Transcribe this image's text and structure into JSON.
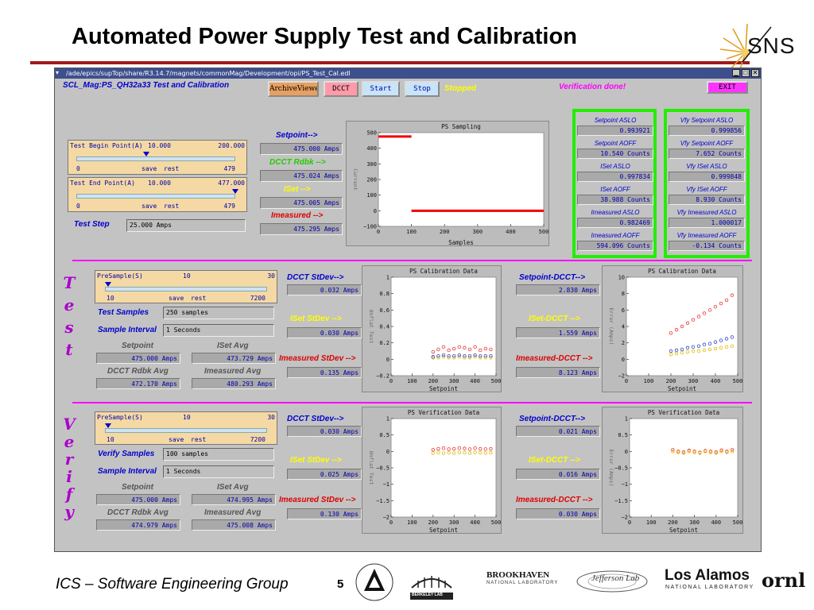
{
  "slide": {
    "title": "Automated Power Supply Test and Calibration",
    "logo_text": "SNS",
    "footer": "ICS – Software Engineering Group",
    "page_number": "5",
    "footer_logos": [
      "BROOKHAVEN",
      "NATIONAL LABORATORY",
      "BERKELEY LAB",
      "Jefferson Lab",
      "Los Alamos",
      "NATIONAL LABORATORY",
      "ornl"
    ]
  },
  "window": {
    "path": "/ade/epics/supTop/share/R3.14.7/magnets/commonMag/Development/opi/PS_Test_Cal.edl",
    "header_title": "SCL_Mag:PS_QH32a33 Test and Calibration",
    "buttons": {
      "archive": "ArchiveViewer",
      "dcct": "DCCT",
      "start": "Start",
      "stop": "Stop",
      "exit": "EXIT"
    },
    "status": "Stopped",
    "verification_status": "Verification done!"
  },
  "setup": {
    "begin": {
      "label": "Test Begin Point(A)",
      "value": "10.000",
      "max": "200.000",
      "min_lbl": "0",
      "save": "save",
      "rest": "rest",
      "right_lbl": "479"
    },
    "end": {
      "label": "Test End Point(A)",
      "value": "10.000",
      "max": "477.000",
      "min_lbl": "0",
      "save": "save",
      "rest": "rest",
      "right_lbl": "479"
    },
    "test_step_label": "Test Step",
    "test_step_value": "25.000 Amps"
  },
  "readbacks": {
    "setpoint_label": "Setpoint-->",
    "setpoint_value": "475.000 Amps",
    "dcct_label": "DCCT Rdbk -->",
    "dcct_value": "475.024 Amps",
    "iset_label": "ISet -->",
    "iset_value": "475.005 Amps",
    "imeas_label": "Imeasured -->",
    "imeas_value": "475.295 Amps"
  },
  "sampling_plot": {
    "title": "PS Sampling",
    "ylabel": "Current",
    "xlabel": "Samples",
    "xticks": [
      "0",
      "100",
      "200",
      "300",
      "400",
      "500"
    ],
    "yticks": [
      "500",
      "400",
      "300",
      "200",
      "100",
      "0",
      "−100"
    ]
  },
  "calib": {
    "labels": [
      "Setpoint ASLO",
      "Setpoint AOFF",
      "ISet ASLO",
      "ISet AOFF",
      "Imeasured ASLO",
      "Imeasured AOFF"
    ],
    "values": [
      "0.993921",
      "10.540 Counts",
      "0.997834",
      "38.988 Counts",
      "0.982469",
      "594.096 Counts"
    ]
  },
  "verify_calib": {
    "labels": [
      "Vfy Setpoint ASLO",
      "Vfy Setpoint AOFF",
      "Vfy ISet ASLO",
      "Vfy ISet AOFF",
      "Vfy Imeasured ASLO",
      "Vfy Imeasured AOFF"
    ],
    "values": [
      "0.999856",
      "7.652 Counts",
      "0.999848",
      "8.930 Counts",
      "1.000017",
      "-0.134 Counts"
    ]
  },
  "test_section": {
    "letters": [
      "T",
      "e",
      "s",
      "t"
    ],
    "presample": {
      "label": "PreSample(S)",
      "value": "10",
      "max": "30",
      "min_lbl": "10",
      "save": "save",
      "rest": "rest",
      "right_lbl": "7200"
    },
    "samples_label": "Test Samples",
    "samples_value": "250 samples",
    "interval_label": "Sample Interval",
    "interval_value": "1 Seconds",
    "col1_label": "Setpoint",
    "col2_label": "ISet Avg",
    "setpoint_value": "475.000 Amps",
    "iset_avg_value": "473.729 Amps",
    "col3_label": "DCCT Rdbk Avg",
    "col4_label": "Imeasured Avg",
    "dcct_avg_value": "472.170 Amps",
    "imeas_avg_value": "480.293 Amps",
    "dcct_stdev_label": "DCCT StDev-->",
    "dcct_stdev_value": "0.032 Amps",
    "iset_stdev_label": "ISet StDev -->",
    "iset_stdev_value": "0.030 Amps",
    "imeas_stdev_label": "Imeasured StDev -->",
    "imeas_stdev_value": "0.135 Amps",
    "sp_dcct_label": "Setpoint-DCCT-->",
    "sp_dcct_value": "2.830 Amps",
    "iset_dcct_label": "ISet-DCCT -->",
    "iset_dcct_value": "1.559 Amps",
    "imeas_dcct_label": "Imeasured-DCCT -->",
    "imeas_dcct_value": "8.123 Amps"
  },
  "verify_section": {
    "letters": [
      "V",
      "e",
      "r",
      "i",
      "f",
      "y"
    ],
    "presample": {
      "label": "PreSample(S)",
      "value": "10",
      "max": "30",
      "min_lbl": "10",
      "save": "save",
      "rest": "rest",
      "right_lbl": "7200"
    },
    "samples_label": "Verify Samples",
    "samples_value": "100 samples",
    "interval_label": "Sample Interval",
    "interval_value": "1 Seconds",
    "col1_label": "Setpoint",
    "col2_label": "ISet Avg",
    "setpoint_value": "475.000 Amps",
    "iset_avg_value": "474.995 Amps",
    "col3_label": "DCCT Rdbk Avg",
    "col4_label": "Imeasured Avg",
    "dcct_avg_value": "474.979 Amps",
    "imeas_avg_value": "475.008 Amps",
    "dcct_stdev_label": "DCCT StDev-->",
    "dcct_stdev_value": "0.030 Amps",
    "iset_stdev_label": "ISet StDev -->",
    "iset_stdev_value": "0.025 Amps",
    "imeas_stdev_label": "Imeasured StDev -->",
    "imeas_stdev_value": "0.130 Amps",
    "sp_dcct_label": "Setpoint-DCCT-->",
    "sp_dcct_value": "0.021 Amps",
    "iset_dcct_label": "ISet-DCCT -->",
    "iset_dcct_value": "0.016 Amps",
    "imeas_dcct_label": "Imeasured-DCCT -->",
    "imeas_dcct_value": "0.030 Amps"
  },
  "chart_data": [
    {
      "type": "line",
      "title": "PS Sampling",
      "xlabel": "Samples",
      "ylabel": "Current",
      "xlim": [
        0,
        500
      ],
      "ylim": [
        -100,
        500
      ],
      "series": [
        {
          "color": "#ee0000",
          "x": [
            0,
            100
          ],
          "y": [
            475,
            475
          ]
        },
        {
          "color": "#ee0000",
          "x": [
            100,
            500
          ],
          "y": [
            0,
            0
          ]
        }
      ]
    },
    {
      "type": "scatter",
      "title": "PS Calibration Data",
      "xlabel": "Setpoint",
      "ylabel": "Unflat Test",
      "xlim": [
        0,
        500
      ],
      "ylim": [
        -0.2,
        1.0
      ],
      "x": [
        200,
        225,
        250,
        275,
        300,
        325,
        350,
        375,
        400,
        425,
        450,
        475
      ],
      "series": [
        {
          "color": "#ee3333",
          "values": [
            0.09,
            0.12,
            0.15,
            0.11,
            0.13,
            0.15,
            0.14,
            0.12,
            0.15,
            0.11,
            0.13,
            0.12
          ]
        },
        {
          "color": "#ddbb00",
          "values": [
            0.02,
            0.02,
            0.03,
            0.02,
            0.02,
            0.03,
            0.02,
            0.02,
            0.03,
            0.02,
            0.02,
            0.02
          ]
        },
        {
          "color": "#3344cc",
          "values": [
            0.03,
            0.04,
            0.05,
            0.04,
            0.04,
            0.05,
            0.04,
            0.04,
            0.05,
            0.04,
            0.04,
            0.04
          ]
        }
      ]
    },
    {
      "type": "scatter",
      "title": "PS Calibration Data",
      "xlabel": "Setpoint",
      "ylabel": "Error (Amps)",
      "xlim": [
        0,
        500
      ],
      "ylim": [
        -2,
        10
      ],
      "x": [
        200,
        225,
        250,
        275,
        300,
        325,
        350,
        375,
        400,
        425,
        450,
        475
      ],
      "series": [
        {
          "color": "#ee3333",
          "values": [
            3.2,
            3.6,
            4.0,
            4.4,
            4.8,
            5.2,
            5.6,
            6.0,
            6.4,
            6.8,
            7.2,
            7.8
          ]
        },
        {
          "color": "#3344cc",
          "values": [
            1.0,
            1.1,
            1.2,
            1.4,
            1.5,
            1.6,
            1.8,
            1.9,
            2.1,
            2.3,
            2.5,
            2.7
          ]
        },
        {
          "color": "#ddbb00",
          "values": [
            0.6,
            0.7,
            0.8,
            0.9,
            1.0,
            1.0,
            1.1,
            1.2,
            1.3,
            1.4,
            1.5,
            1.6
          ]
        }
      ]
    },
    {
      "type": "scatter",
      "title": "PS Verification Data",
      "xlabel": "Setpoint",
      "ylabel": "Unflat Test",
      "xlim": [
        0,
        500
      ],
      "ylim": [
        -2,
        1
      ],
      "x": [
        200,
        225,
        250,
        275,
        300,
        325,
        350,
        375,
        400,
        425,
        450,
        475
      ],
      "series": [
        {
          "color": "#ee3333",
          "values": [
            0.05,
            0.08,
            0.1,
            0.07,
            0.08,
            0.1,
            0.09,
            0.07,
            0.1,
            0.08,
            0.07,
            0.08
          ]
        },
        {
          "color": "#ddbb00",
          "values": [
            -0.05,
            -0.03,
            -0.05,
            -0.04,
            -0.05,
            -0.03,
            -0.04,
            -0.05,
            -0.03,
            -0.04,
            -0.05,
            -0.04
          ]
        }
      ]
    },
    {
      "type": "scatter",
      "title": "PS Verification Data",
      "xlabel": "Setpoint",
      "ylabel": "Error (Amps)",
      "xlim": [
        0,
        500
      ],
      "ylim": [
        -2,
        1
      ],
      "x": [
        200,
        225,
        250,
        275,
        300,
        325,
        350,
        375,
        400,
        425,
        450,
        475
      ],
      "series": [
        {
          "color": "#ee3333",
          "values": [
            0.05,
            0.0,
            -0.02,
            0.03,
            0.0,
            -0.03,
            0.02,
            0.0,
            -0.02,
            0.04,
            0.0,
            0.05
          ]
        },
        {
          "color": "#ddbb00",
          "values": [
            0.0,
            -0.03,
            -0.05,
            0.0,
            -0.03,
            -0.05,
            0.0,
            -0.03,
            -0.05,
            0.0,
            -0.03,
            0.0
          ]
        }
      ]
    }
  ]
}
